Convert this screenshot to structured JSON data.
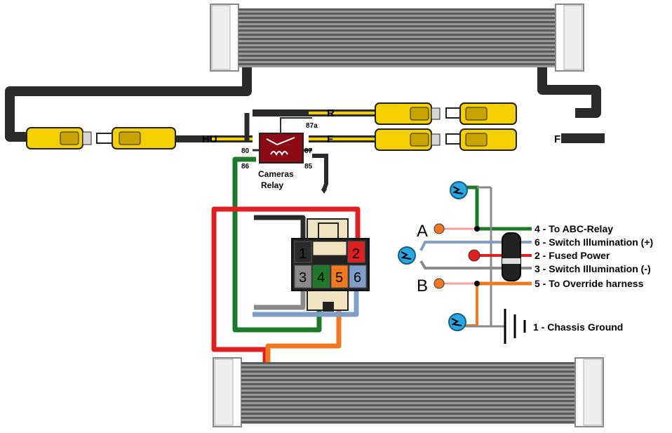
{
  "relay": {
    "line1": "Cameras",
    "line2": "Relay"
  },
  "pins": {
    "p80": "80",
    "p86": "86",
    "p87": "87",
    "p85": "85",
    "p87a": "87a"
  },
  "rca": {
    "hu": "HU",
    "r": "R",
    "f_top": "F",
    "f_right": "F"
  },
  "connector_pins": [
    "1",
    "2",
    "3",
    "4",
    "5",
    "6"
  ],
  "switch": {
    "a": "A",
    "b": "B"
  },
  "legend": [
    "4 - To ABC-Relay",
    "6 - Switch Illumination (+)",
    "2 - Fused Power",
    "3 - Switch Illumination (-)",
    "5 - To Override harness",
    "1 - Chassis Ground"
  ],
  "colors": {
    "black": "#2b2b2b",
    "yellow": "#f5d000",
    "red": "#e02020",
    "green": "#1e7a2a",
    "orange": "#f07820",
    "blue": "#7f9fc8",
    "gray": "#8a8a8a",
    "pink": "#f0a0a0",
    "relay": "#8b0a14",
    "bulb": "#2aa6e0"
  }
}
